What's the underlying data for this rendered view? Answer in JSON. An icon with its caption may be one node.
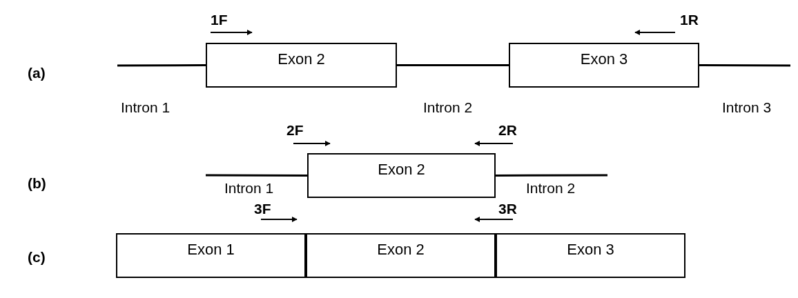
{
  "diagram": {
    "nodes": [
      {
        "text": [
          "Exon 2"
        ]
      },
      {
        "text": [
          "Exon 3"
        ]
      },
      {
        "text": [
          "Exon 2"
        ]
      },
      {
        "text": [
          "Exon 1"
        ]
      },
      {
        "text": [
          "Exon 2"
        ]
      },
      {
        "text": [
          "Exon 3"
        ]
      }
    ],
    "edges": [
      {
        "from": null,
        "to": 0,
        "arrow": "none",
        "label": "Intron 1"
      },
      {
        "from": 0,
        "to": 1,
        "arrow": "none",
        "label": "Intron 2"
      },
      {
        "from": 1,
        "to": null,
        "arrow": "none",
        "label": "Intron 3"
      },
      {
        "from": null,
        "to": 2,
        "arrow": "none",
        "label": "Intron 1"
      },
      {
        "from": 2,
        "to": null,
        "arrow": "none",
        "label": "Intron 2"
      }
    ],
    "labels": [
      "1F",
      "1R",
      "(a)",
      "2F",
      "2R",
      "(b)",
      "3F",
      "3R",
      "(c)"
    ]
  }
}
